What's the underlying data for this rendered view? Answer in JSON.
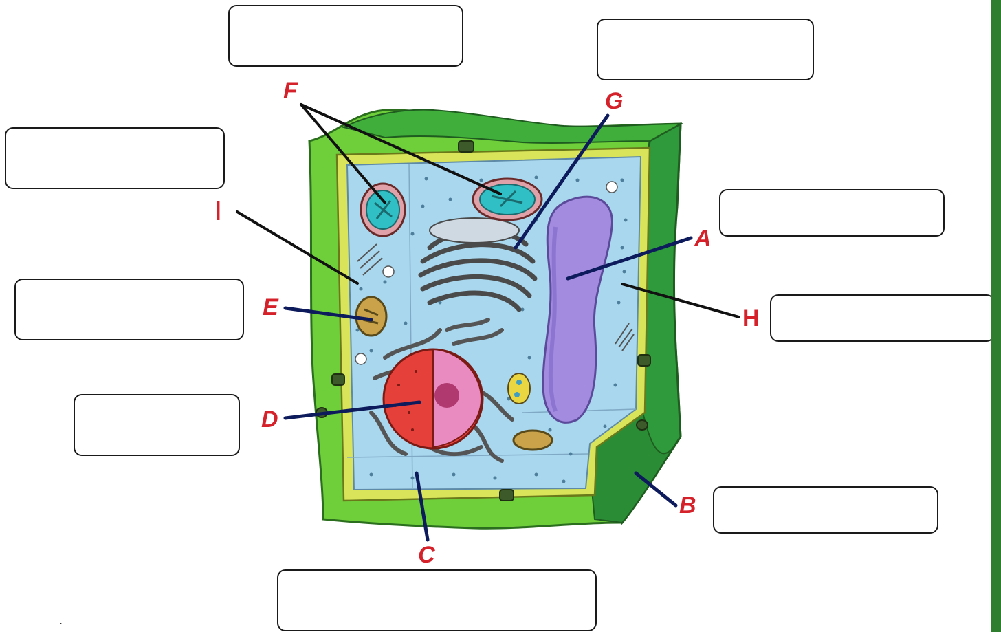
{
  "labels": {
    "A": "A",
    "B": "B",
    "C": "C",
    "D": "D",
    "E": "E",
    "F": "F",
    "G": "G",
    "H": "H",
    "I": "I"
  },
  "answer_boxes": [
    {
      "id": "top-left",
      "value": "",
      "placeholder": ""
    },
    {
      "id": "top-right",
      "value": "",
      "placeholder": ""
    },
    {
      "id": "left-1",
      "value": "",
      "placeholder": ""
    },
    {
      "id": "right-A",
      "value": "",
      "placeholder": ""
    },
    {
      "id": "left-2",
      "value": "",
      "placeholder": ""
    },
    {
      "id": "right-H",
      "value": "",
      "placeholder": ""
    },
    {
      "id": "left-3",
      "value": "",
      "placeholder": ""
    },
    {
      "id": "right-B",
      "value": "",
      "placeholder": ""
    },
    {
      "id": "bottom",
      "value": "",
      "placeholder": ""
    }
  ],
  "colors": {
    "cell_wall": "#6fcf3b",
    "cell_wall_dark": "#2e9a3c",
    "membrane": "#d9e45a",
    "cytoplasm": "#a9d7ee",
    "vacuole": "#a38be0",
    "nucleus": "#e6403a",
    "nucleolus": "#e98bc0",
    "chloroplast": "#2fbfc4",
    "label_red": "#d4212a",
    "pointer_navy": "#0d1a5c"
  },
  "footnote": "."
}
